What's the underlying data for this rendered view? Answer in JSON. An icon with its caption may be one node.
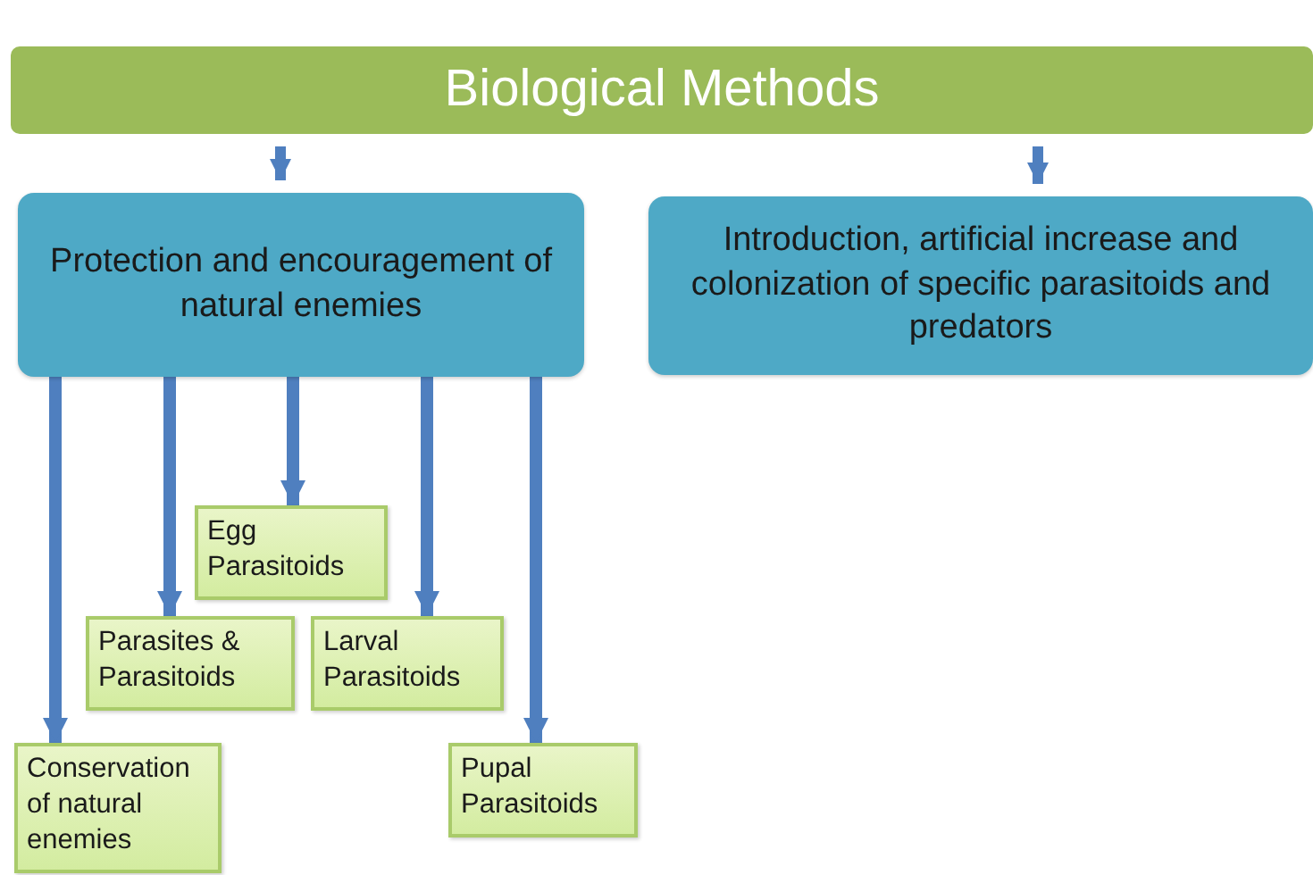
{
  "diagram": {
    "nodes": [
      {
        "text": [
          "Biological Methods"
        ]
      },
      {
        "text": [
          "Protection and encouragement of natural enemies"
        ]
      },
      {
        "text": [
          "Introduction, artificial increase and colonization of specific parasitoids and predators"
        ]
      },
      {
        "text": [
          "Egg Parasitoids"
        ]
      },
      {
        "text": [
          "Parasites & Parasitoids"
        ]
      },
      {
        "text": [
          "Larval Parasitoids"
        ]
      },
      {
        "text": [
          "Conservation of natural enemies"
        ]
      },
      {
        "text": [
          "Pupal Parasitoids"
        ]
      }
    ],
    "edges": [
      {
        "from": 0,
        "to": 1,
        "arrow": "to"
      },
      {
        "from": 0,
        "to": 2,
        "arrow": "to"
      },
      {
        "from": 1,
        "to": 6,
        "arrow": "to"
      },
      {
        "from": 1,
        "to": 4,
        "arrow": "to"
      },
      {
        "from": 1,
        "to": 3,
        "arrow": "to"
      },
      {
        "from": 1,
        "to": 5,
        "arrow": "to"
      },
      {
        "from": 1,
        "to": 7,
        "arrow": "to"
      }
    ]
  }
}
